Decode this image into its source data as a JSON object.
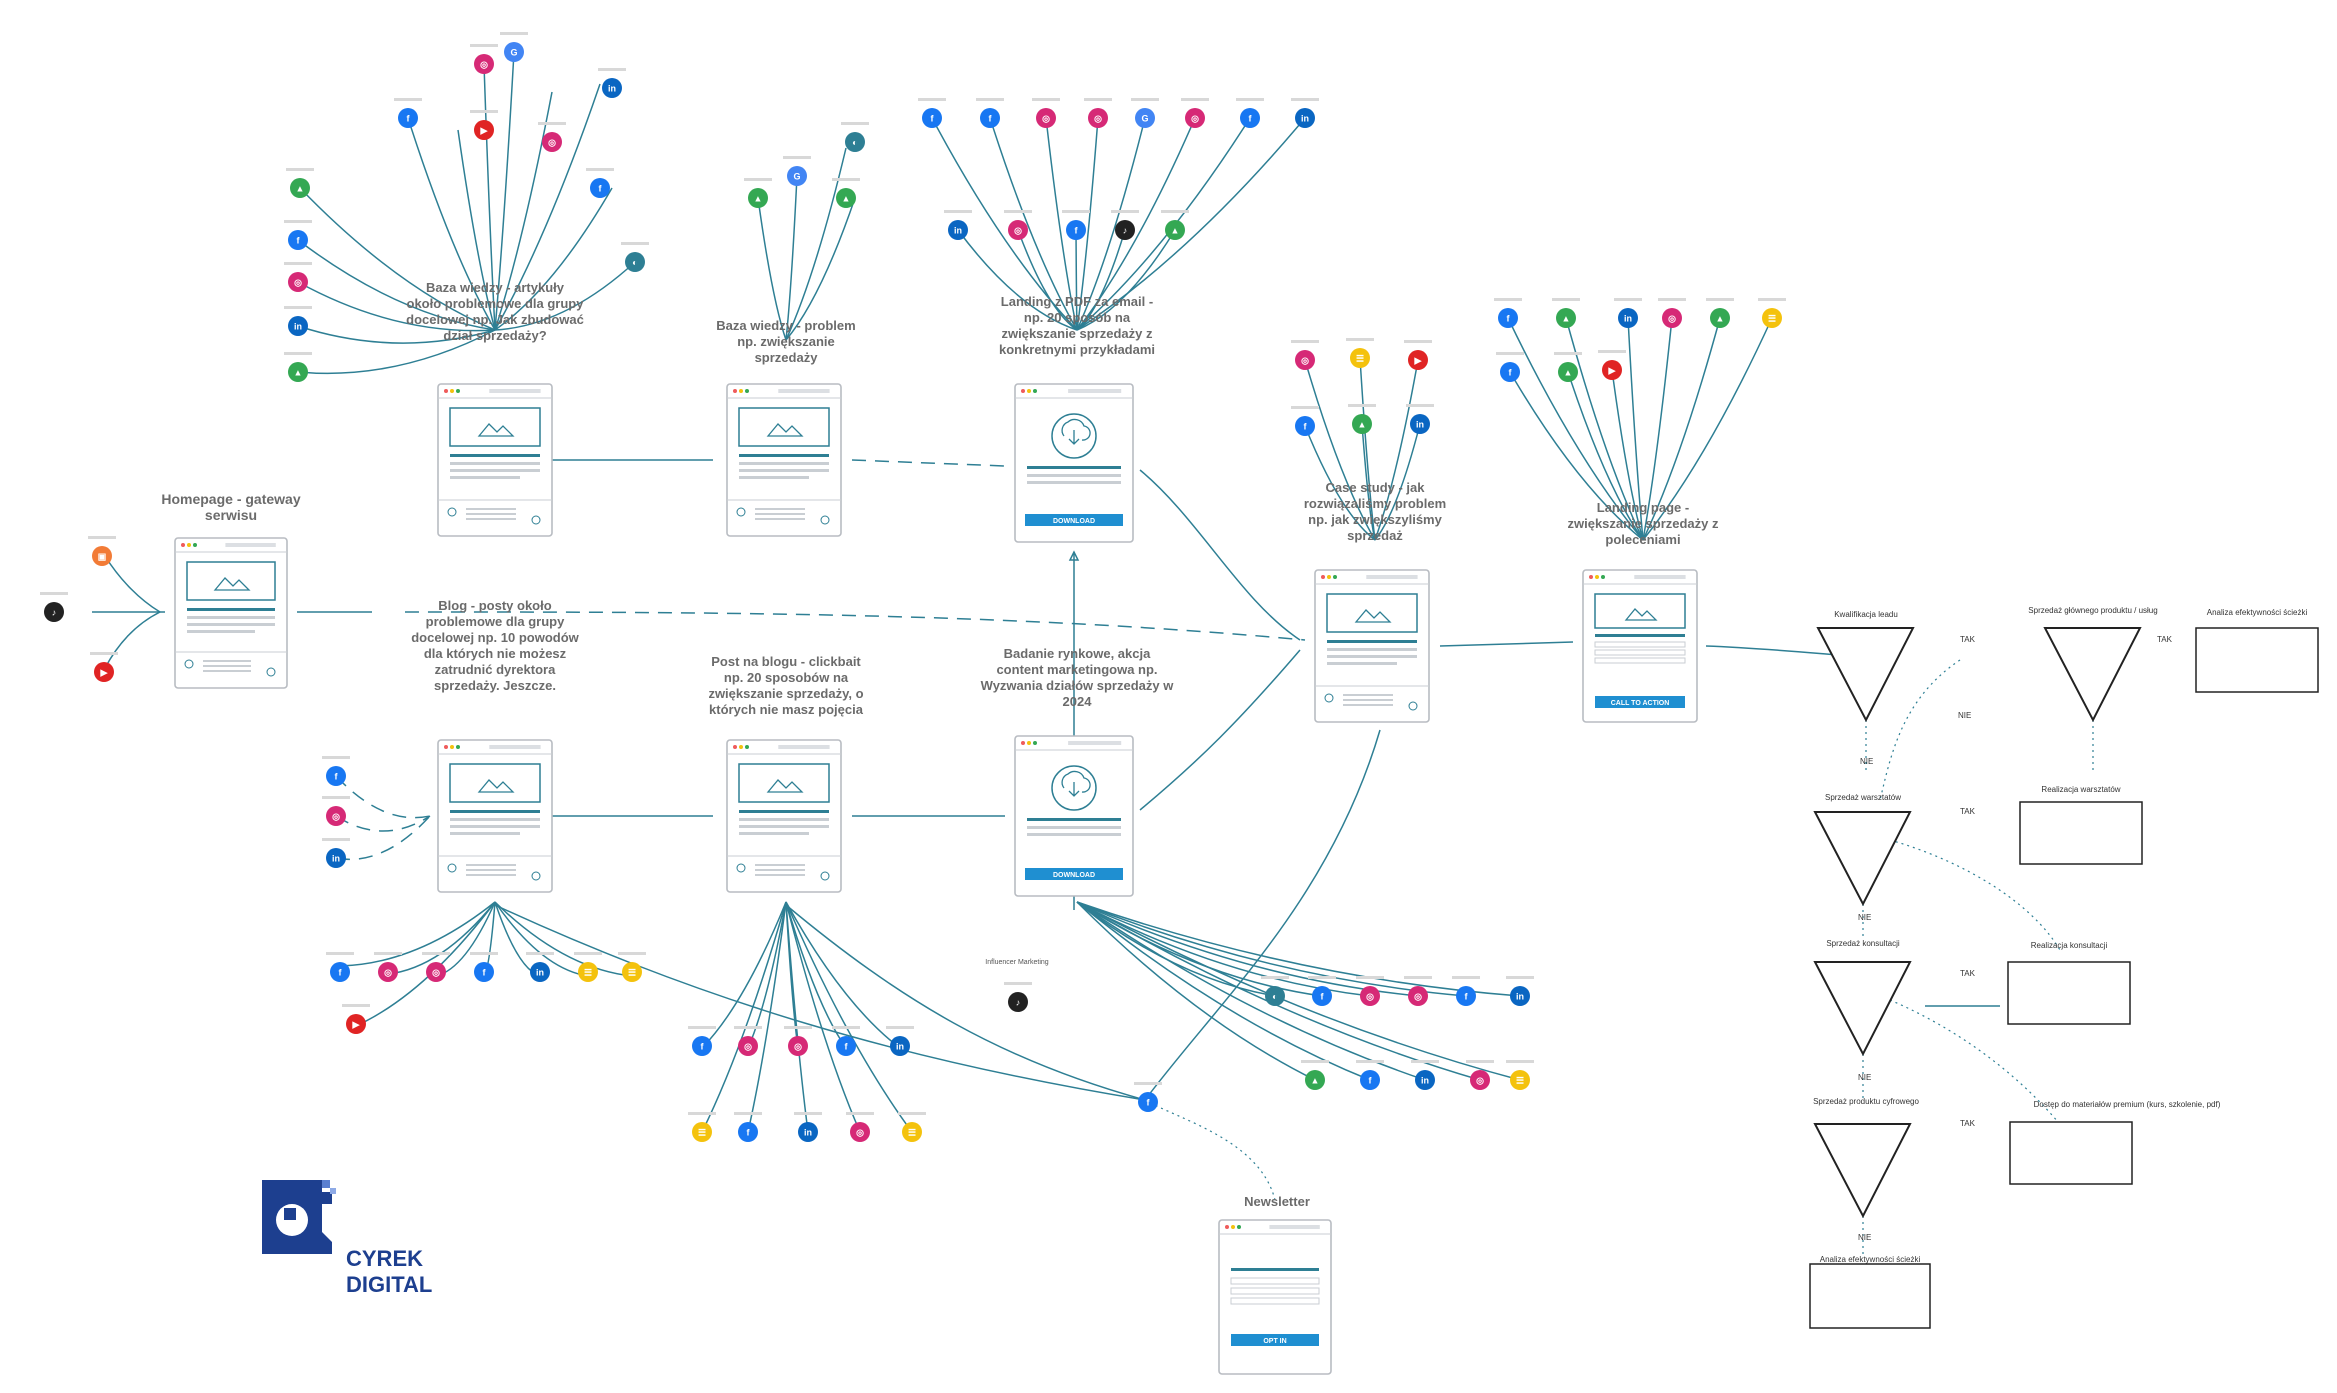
{
  "colors": {
    "teal": "#2e7f94",
    "blue": "#1f8fd1",
    "facebook": "#1877f2",
    "instagram": "#d62976",
    "youtube": "#e02424",
    "google": "#4285f4",
    "green": "#34a853",
    "linkedin": "#0a66c2",
    "yellow": "#f4c20d",
    "orange": "#f27b36",
    "dark": "#222222"
  },
  "pages": {
    "homepage": "Homepage - gateway serwisu",
    "baza1": "Baza wiedzy - artykuły około problemowe dla grupy docelowej np. Jak zbudować dział sprzedaży?",
    "baza2": "Baza wiedzy - problem np. zwiększanie sprzedaży",
    "landing1": "Landing z PDF za email - np. 20 sposób na zwiększanie sprzedaży z konkretnymi przykładami",
    "case": "Case study - jak rozwiązaliśmy problem np. jak zwiększyliśmy sprzedaż",
    "landing2": "Landing page - zwiększanie sprzedaży z poleceniami",
    "blog": "Blog - posty około problemowe dla grupy docelowej np. 10 powodów dla których nie możesz zatrudnić dyrektora sprzedaży. Jeszcze.",
    "post": "Post na blogu - clickbait np. 20 sposobów na zwiększanie sprzedaży, o których nie masz pojęcia",
    "badanie": "Badanie rynkowe, akcja content marketingowa np. Wyzwania działów sprzedaży w 2024",
    "newsletter": "Newsletter",
    "influencer": "Influencer Marketing"
  },
  "buttons": {
    "download": "DOWNLOAD",
    "cta": "CALL TO ACTION",
    "optin": "OPT IN"
  },
  "funnel": {
    "kwalifikacja": "Kwalifikacja leadu",
    "sprzedaz_warsztatow": "Sprzedaż warsztatów",
    "sprzedaz_konsultacji": "Sprzedaż konsultacji",
    "sprzedaz_cyfrowego": "Sprzedaż produktu cyfrowego",
    "analiza_bottom": "Analiza efektywności ścieżki",
    "sprzedaz_glownego": "Sprzedaż głównego produktu / usług",
    "analiza_top": "Analiza efektywności ścieżki",
    "realizacja_warsztatow": "Realizacja warsztatów",
    "realizacja_konsultacji": "Realizacja konsultacji",
    "dostep": "Dostęp do materiałów premium (kurs, szkolenie, pdf)",
    "tak": "TAK",
    "nie": "NIE"
  },
  "logo": {
    "line1": "CYREK",
    "line2": "DIGITAL"
  }
}
